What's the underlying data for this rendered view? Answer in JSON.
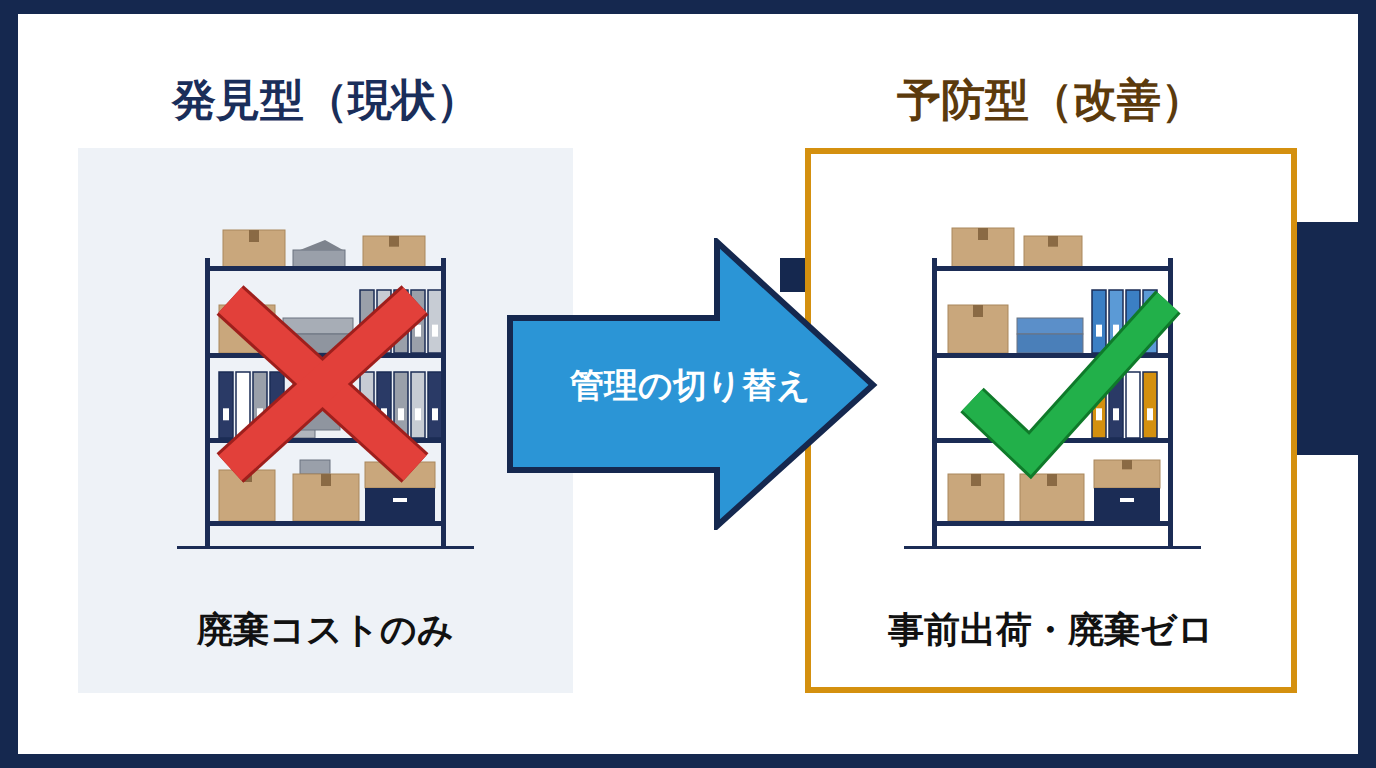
{
  "diagram": {
    "nodes": [
      {
        "text": [
          "発見型（現状）",
          "廃棄コストのみ"
        ]
      },
      {
        "text": [
          "管理の切り替え"
        ]
      },
      {
        "text": [
          "予防型（改善）",
          "事前出荷・廃棄ゼロ"
        ]
      }
    ]
  }
}
